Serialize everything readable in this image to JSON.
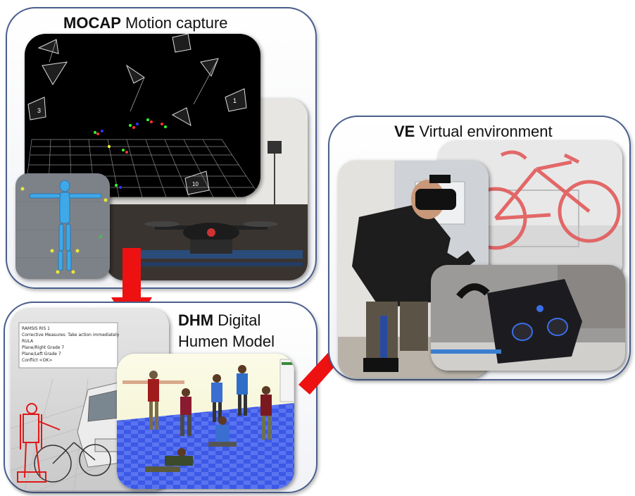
{
  "mocap": {
    "title_bold": "MOCAP",
    "title_rest": " Motion capture",
    "camera_label_1": "3",
    "camera_label_2": "1",
    "camera_label_3": "10"
  },
  "dhm": {
    "title_bold": "DHM",
    "title_line1_rest": " Digital",
    "title_line2": "Humen Model",
    "dialog_lines": [
      "RAMSIS    RIS 1",
      "Corrective Measures: Take action immediately",
      "RULA",
      "Plane/Right Grade 7",
      "Plane/Left Grade 7",
      "Conflict    <OK>"
    ]
  },
  "ve": {
    "title_bold": "VE",
    "title_rest": " Virtual environment"
  },
  "colors": {
    "panel_border": "#4a5f8c",
    "arrow": "#ee1111",
    "grid_bg": "#000000",
    "skeleton": "#3fa8e8",
    "floor_blue": "#3c58e6",
    "bike_red": "#e35a5a"
  }
}
